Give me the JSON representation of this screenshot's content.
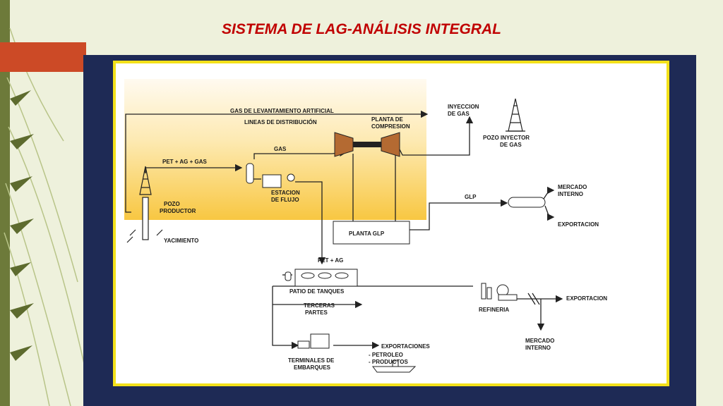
{
  "slide": {
    "title": "SISTEMA DE LAG-ANÁLISIS INTEGRAL",
    "accent_color": "#c00000",
    "frame_border_color": "#f3e11a",
    "panel_color": "#1e2a55"
  },
  "diagram": {
    "gas_lift": "GAS DE LEVANTAMIENTO ARTIFICIAL",
    "distribution_lines": "LINEAS DE DISTRIBUCIÓN",
    "compression_plant_1": "PLANTA DE",
    "compression_plant_2": "COMPRESION",
    "gas_injection_1": "INYECCION",
    "gas_injection_2": "DE GAS",
    "injector_well_1": "POZO INYECTOR",
    "injector_well_2": "DE GAS",
    "pet_ag_gas": "PET + AG + GAS",
    "gas": "GAS",
    "flow_station_1": "ESTACION",
    "flow_station_2": "DE FLUJO",
    "producer_well_1": "POZO",
    "producer_well_2": "PRODUCTOR",
    "reservoir": "YACIMIENTO",
    "glp": "GLP",
    "glp_plant": "PLANTA GLP",
    "domestic_market_1": "MERCADO",
    "domestic_market_2": "INTERNO",
    "export_1": "EXPORTACION",
    "pet_ag": "PET + AG",
    "tank_yard": "PATIO DE TANQUES",
    "third_parties_1": "TERCERAS",
    "third_parties_2": "PARTES",
    "refinery": "REFINERIA",
    "export_2": "EXPORTACION",
    "domestic_market_b_1": "MERCADO",
    "domestic_market_b_2": "INTERNO",
    "exports": "EXPORTACIONES",
    "petroleum": "- PETROLEO",
    "products": "- PRODUCTOS",
    "terminals_1": "TERMINALES DE",
    "terminals_2": "EMBARQUES"
  }
}
